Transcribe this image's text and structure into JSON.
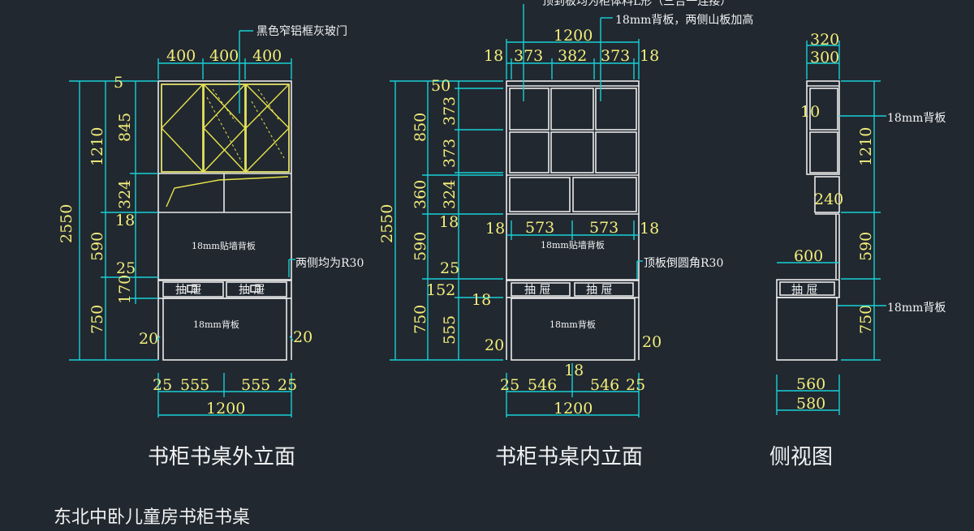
{
  "drawing_title": "东北中卧儿童房书柜书桌",
  "views": [
    {
      "caption": "书柜书桌外立面",
      "dims_top": [
        "400",
        "400",
        "400"
      ],
      "dims_left_outer": "2550",
      "dims_left_mid": [
        "1210",
        "590",
        "750"
      ],
      "dims_left_inner": [
        "5",
        "845",
        "324",
        "18",
        "25",
        "170"
      ],
      "dims_bottom_row1": [
        "25",
        "555",
        "555",
        "25"
      ],
      "dims_bottom_total": "1200",
      "side_gaps": [
        "20",
        "20"
      ],
      "notes": {
        "glass_door": "黑色窄铝框灰玻门",
        "r30": "两侧均为R30",
        "wall_board": "18mm贴墙背板",
        "back_board": "18mm背板",
        "drawer": "抽 屉"
      }
    },
    {
      "caption": "书柜书桌内立面",
      "dims_top_total": "1200",
      "dims_top": [
        "18",
        "373",
        "382",
        "373",
        "18"
      ],
      "dims_mid_row": [
        "18",
        "573",
        "573",
        "18"
      ],
      "dims_left_outer": "2550",
      "dims_left_mid": [
        "850",
        "360",
        "590",
        "750"
      ],
      "dims_left_inner": [
        "50",
        "373",
        "373",
        "324",
        "18",
        "25",
        "152",
        "18",
        "555"
      ],
      "dims_bottom_row1": [
        "25",
        "546",
        "546",
        "25"
      ],
      "dims_bottom_center": "18",
      "dims_bottom_total": "1200",
      "side_gaps": [
        "20",
        "20"
      ],
      "notes": {
        "top_board": "顶到板均为柜体料L形（三合一连接）",
        "raised": "18mm背板，两侧山板加高",
        "round": "顶板倒圆角R30",
        "wall_board": "18mm贴墙背板",
        "back_board": "18mm背板",
        "drawer_left": "抽 屉",
        "drawer_right": "抽 屉"
      }
    },
    {
      "caption": "侧视图",
      "dims_top": [
        "320",
        "300"
      ],
      "dims_inner": [
        "10",
        "240",
        "600"
      ],
      "dims_right": [
        "1210",
        "590",
        "750"
      ],
      "dims_bottom": [
        "560",
        "580"
      ],
      "notes": {
        "back_top": "18mm背板",
        "back_bottom": "18mm背板",
        "drawer": "抽 屉"
      }
    }
  ]
}
